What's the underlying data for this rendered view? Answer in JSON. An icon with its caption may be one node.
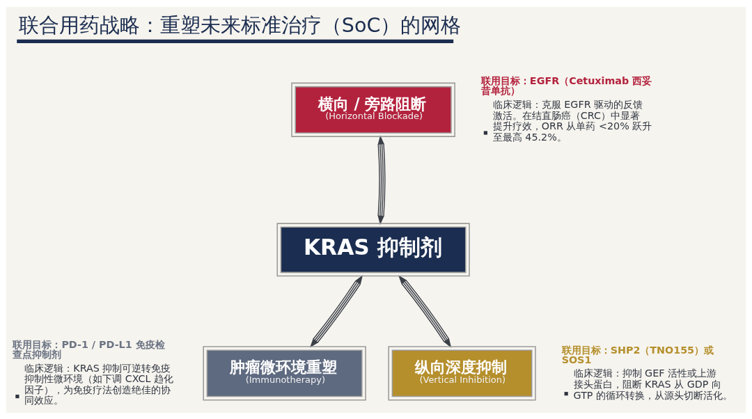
{
  "diagram": {
    "title": "联合用药战略：重塑未来标准治疗（SoC）的网格",
    "nodes": [
      {
        "text": [
          "横向 / 旁路阻断",
          "(Horizontal Blockade)"
        ],
        "beside": [
          "联用目标：EGFR（Cetuximab 西妥昔单抗）",
          "临床逻辑：克服 EGFR 驱动的反馈激活。在结直肠癌（CRC）中显著提升疗效，ORR 从单药 <20% 跃升至最高 45.2%。"
        ]
      },
      {
        "text": [
          "KRAS 抑制剂"
        ]
      },
      {
        "text": [
          "肿瘤微环境重塑",
          "(Immunotherapy)"
        ],
        "beside": [
          "联用目标：PD-1 / PD-L1 免疫检查点抑制剂",
          "临床逻辑：KRAS 抑制可逆转免疫抑制性微环境（如下调 CXCL 趋化因子），为免疫疗法创造绝佳的协同效应。"
        ]
      },
      {
        "text": [
          "纵向深度抑制",
          "(Vertical Inhibition)"
        ],
        "beside": [
          "联用目标：SHP2（TNO155）或 SOS1",
          "临床逻辑：抑制 GEF 活性或上游接头蛋白，阻断 KRAS 从 GDP 向 GTP 的循环转换，从源头切断活化。"
        ]
      }
    ],
    "edges": [
      {
        "from": 1,
        "to": 0,
        "arrow": "both"
      },
      {
        "from": 1,
        "to": 2,
        "arrow": "both"
      },
      {
        "from": 1,
        "to": 3,
        "arrow": "both"
      }
    ]
  }
}
